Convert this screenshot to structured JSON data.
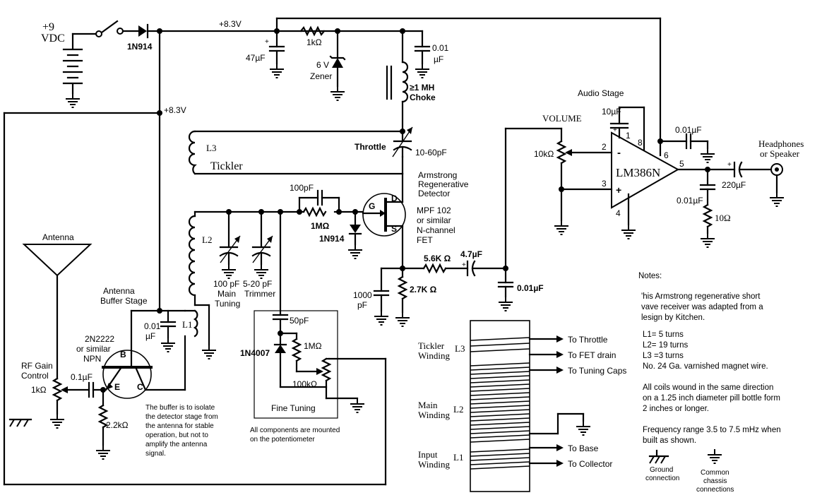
{
  "labels": {
    "supply": "+9",
    "vdc": "VDC",
    "diode_supply": "1N914",
    "rail_top": "+8.3V",
    "rail_left": "+8.3V",
    "cap_47": "47µF",
    "res_1k": "1kΩ",
    "zener_v": "6 V",
    "zener": "Zener",
    "cap_001_top": "0.01",
    "cap_001_top_u": "µF",
    "choke_val": "≥1 MH",
    "choke": "Choke",
    "l3": "L3",
    "tickler": "Tickler",
    "throttle": "Throttle",
    "throttle_val": "10-60pF",
    "detector_1": "Armstrong",
    "detector_2": "Regenerative",
    "detector_3": "Detector",
    "fet_1": "MPF 102",
    "fet_2": "or similar",
    "fet_3": "N-channel",
    "fet_4": "FET",
    "fet_g": "G",
    "fet_d": "D",
    "fet_s": "S",
    "cap_100p": "100pF",
    "res_1meg": "1MΩ",
    "diode_gate": "1N914",
    "l2": "L2",
    "main_1": "100 pF",
    "main_2": "Main",
    "main_3": "Tuning",
    "trim_1": "5-20 pF",
    "trim_2": "Trimmer",
    "res_56k": "5.6K Ω",
    "cap_47u": "4.7µF",
    "cap_1000_1": "1000",
    "cap_1000_2": "pF",
    "res_27k": "2.7K Ω",
    "cap_001_vol": "0.01µF",
    "audio_stage": "Audio Stage",
    "volume": "VOLUME",
    "pot_10k": "10kΩ",
    "cap_10u": "10µF",
    "ic": "LM386N",
    "pin1": "1",
    "pin8": "8",
    "pin2": "2",
    "pin3": "3",
    "pin4": "4",
    "pin5": "5",
    "pin6": "6",
    "cap_001_out": "0.01µF",
    "cap_220": "220µF",
    "cap_001_zobel": "0.01µF",
    "res_10": "10Ω",
    "headphones_1": "Headphones",
    "headphones_2": "or Speaker",
    "antenna": "Antenna",
    "buffer_1": "Antenna",
    "buffer_2": "Buffer Stage",
    "cap_001_buf": "0.01",
    "cap_001_buf_u": "µF",
    "l1": "L1",
    "tr_1": "2N2222",
    "tr_2": "or similar",
    "tr_3": "NPN",
    "tr_b": "B",
    "tr_e": "E",
    "tr_c": "C",
    "rfgain_1": "RF Gain",
    "rfgain_2": "Control",
    "pot_1k": "1kΩ",
    "cap_01u": "0.1µF",
    "res_22k": "2.2kΩ",
    "buffer_note": [
      "The buffer is to isolate",
      "the detector stage from",
      "the antenna for stable",
      "operation, but not to",
      "amplify the antenna",
      "signal."
    ],
    "cap_50p": "50pF",
    "diode_fine": "1N4007",
    "res_fine": "1MΩ",
    "pot_100k": "100kΩ",
    "fine_tuning": "Fine Tuning",
    "fine_note_1": "All components are mounted",
    "fine_note_2": "on the potentiometer",
    "coil_tickler_1": "Tickler",
    "coil_tickler_2": "Winding",
    "coil_l3": "L3",
    "coil_main_1": "Main",
    "coil_main_2": "Winding",
    "coil_l2": "L2",
    "coil_input_1": "Input",
    "coil_input_2": "Winding",
    "coil_l1": "L1",
    "to_throttle": "To Throttle",
    "to_fet": "To  FET drain",
    "to_tuning": "To Tuning Caps",
    "to_base": "To Base",
    "to_collector": "To Collector",
    "notes_title": "Notes:",
    "notes_1": [
      "'his Armstrong regenerative short",
      "vave receiver was adapted from a",
      "lesign by Kitchen."
    ],
    "notes_2": [
      "L1= 5 turns",
      "L2= 19 turns",
      "L3 =3 turns",
      "No. 24 Ga. varnished magnet wire."
    ],
    "notes_3": [
      "All coils wound in the same direction",
      "on a 1.25 inch diameter pill bottle form",
      "2 inches or longer."
    ],
    "notes_4": [
      "Frequency range 3.5 to 7.5 mHz when",
      "built as shown."
    ],
    "legend_ground_1": "Ground",
    "legend_ground_2": "connection",
    "legend_common_1": "Common",
    "legend_common_2": "chassis",
    "legend_common_3": "connections"
  }
}
